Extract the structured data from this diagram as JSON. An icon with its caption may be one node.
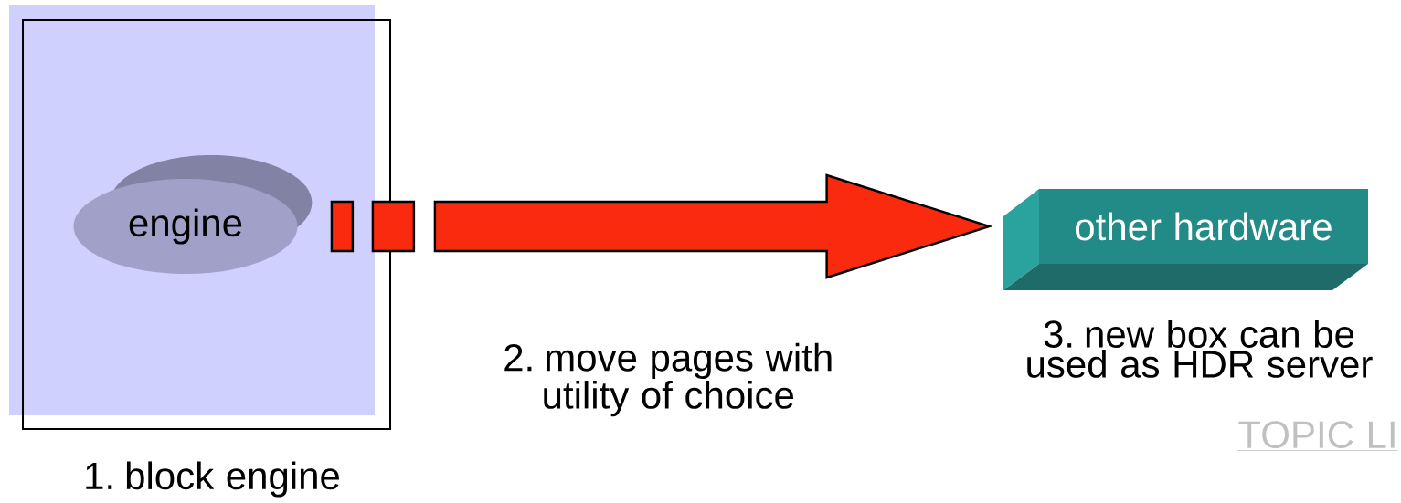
{
  "diagram": {
    "nodes": [
      {
        "text": [],
        "shape": "box",
        "beside": [
          "1. block engine"
        ]
      },
      {
        "text": [
          "engine"
        ],
        "in": 0
      },
      {
        "text": [
          "other hardware"
        ],
        "beside": [
          "3. new box can be used as HDR server"
        ]
      }
    ],
    "edges": [
      {
        "from": 1,
        "to": 2,
        "arrow": "to",
        "label": "2. move pages with utility of choice",
        "style": "thick",
        "color": "#fa2a0e"
      }
    ],
    "labels": [
      "TOPIC LI"
    ]
  }
}
